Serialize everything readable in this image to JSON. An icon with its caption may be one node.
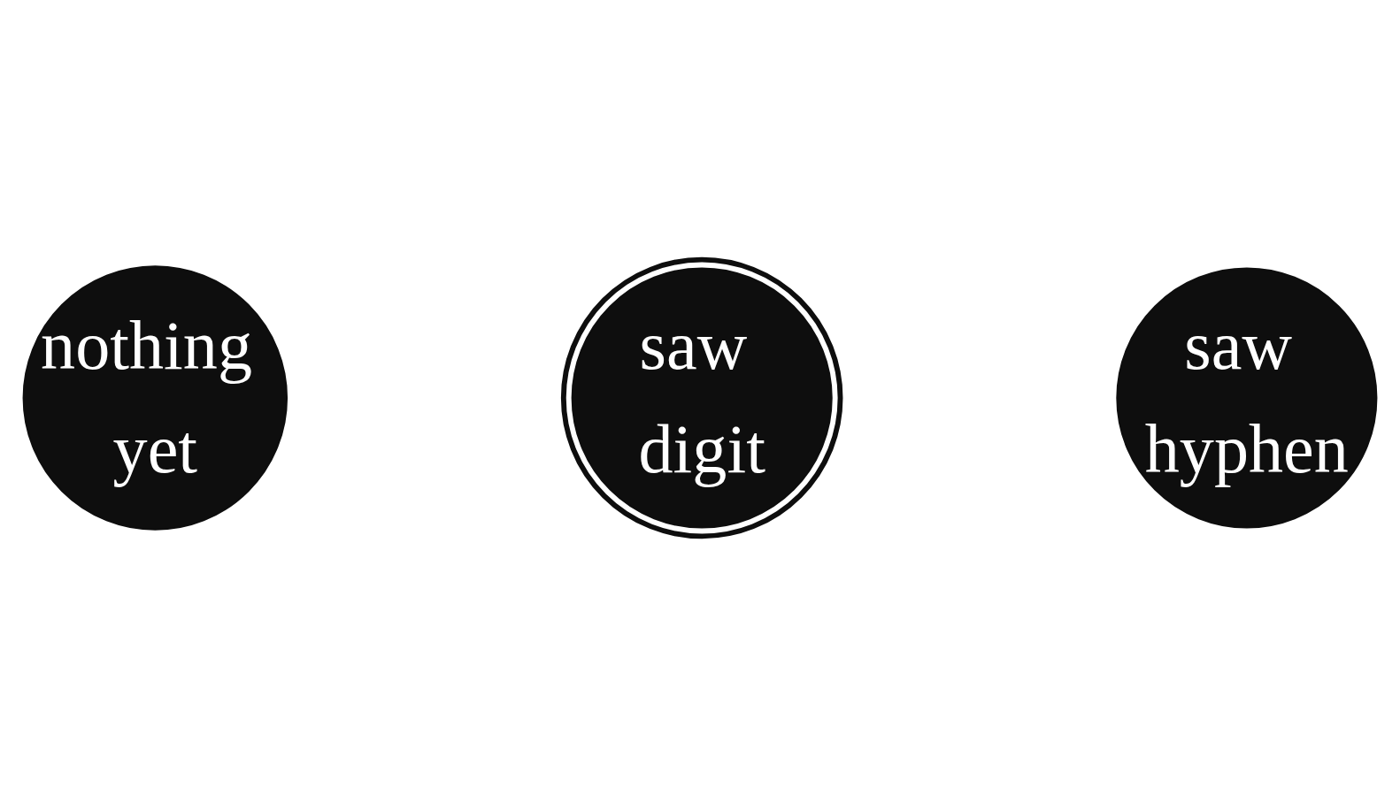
{
  "diagram": {
    "nodes": [
      {
        "text": [
          "nothing yet"
        ]
      },
      {
        "text": [
          "saw digit"
        ]
      },
      {
        "text": [
          "saw hyphen"
        ]
      }
    ]
  }
}
